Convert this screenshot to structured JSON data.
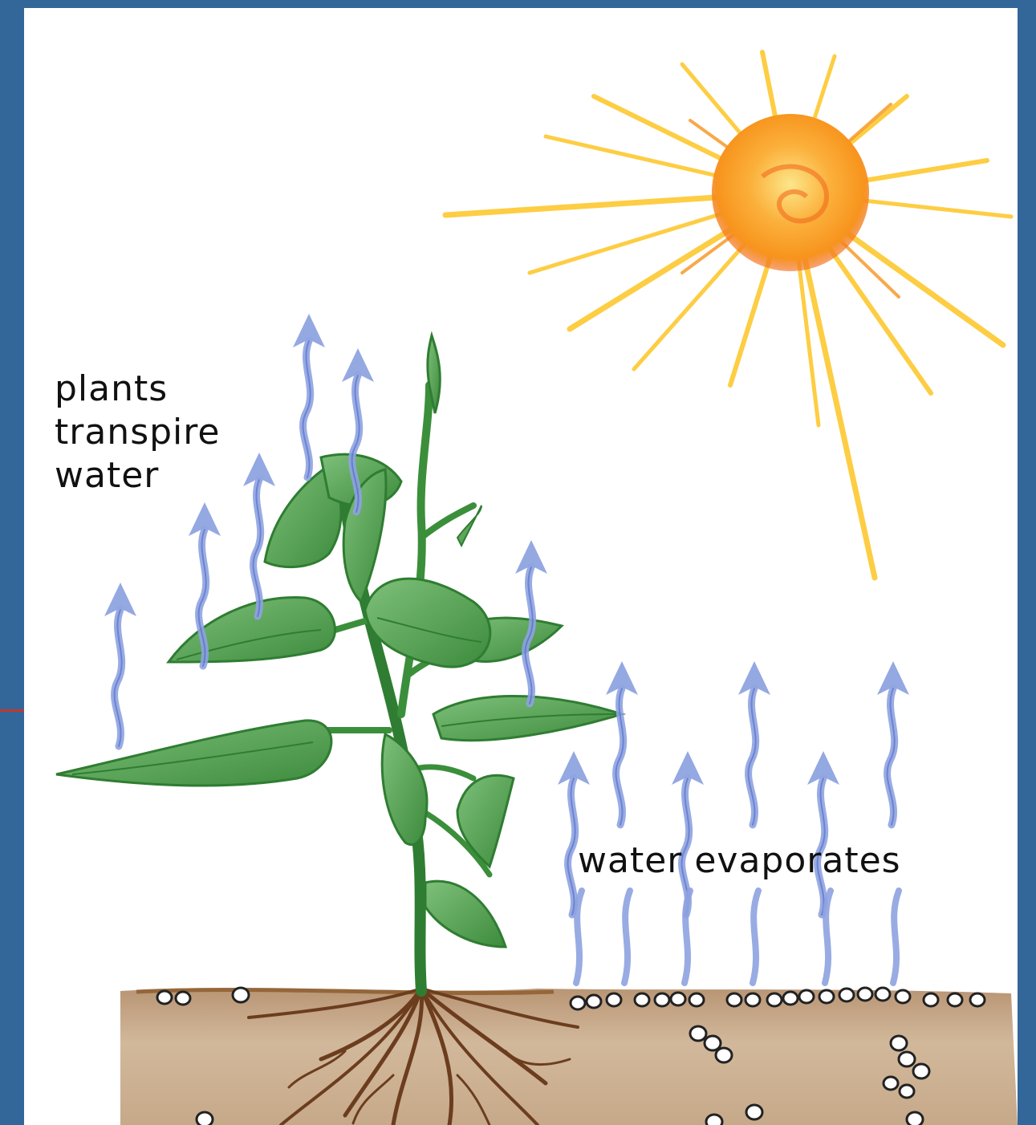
{
  "labels": {
    "transpire_line1": "plants",
    "transpire_line2": "transpire",
    "transpire_line3": "water",
    "evaporate": "water evaporates"
  },
  "colors": {
    "frame": "#336699",
    "accent": "#c0392b",
    "sun_core": "#f7941d",
    "sun_rays": "#fdc82f",
    "leaf": "#4a9e4a",
    "stem": "#2f7d32",
    "arrow": "#7b93db",
    "soil": "#c9ad8e",
    "roots": "#6b3d1e"
  },
  "icons": {
    "sun": "sun-icon",
    "plant": "plant-icon",
    "arrow": "vapor-arrow-icon"
  }
}
